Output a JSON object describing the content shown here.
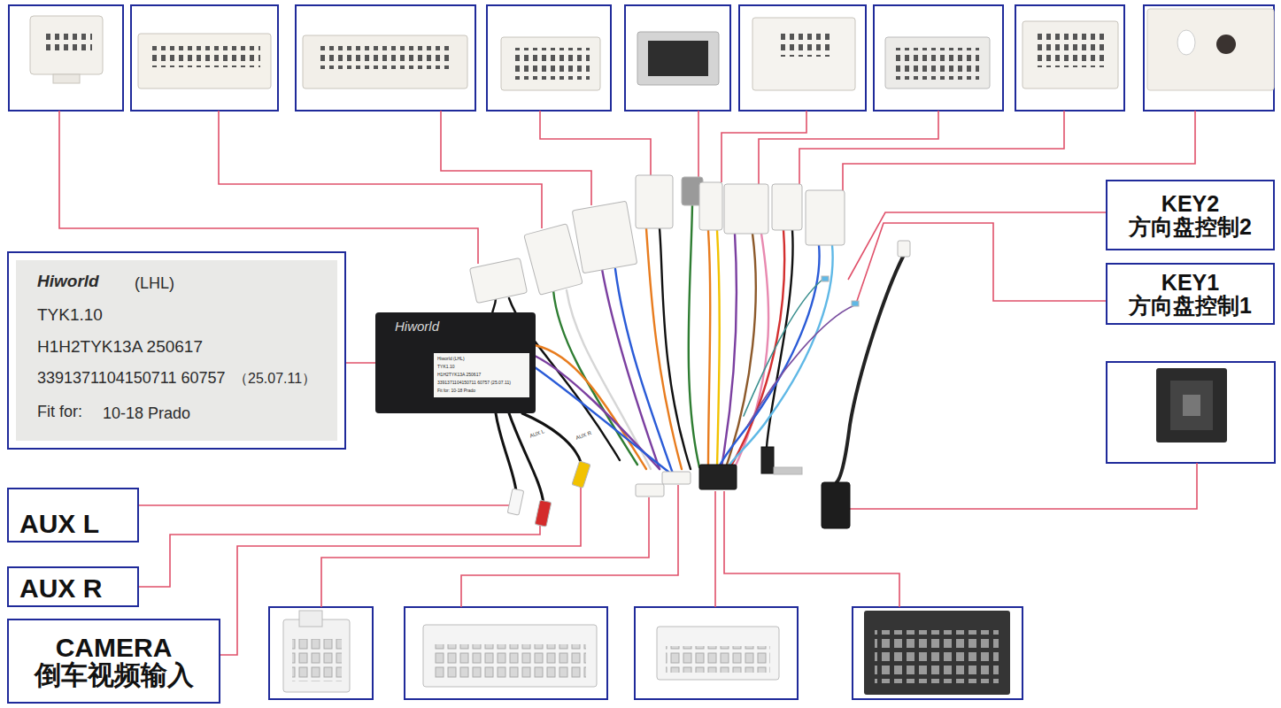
{
  "diagram": {
    "nodes": [
      {
        "text": [
          "Hiworld",
          "(LHL)",
          "TYK1.10",
          "H1H2TYK13A 250617",
          "3391371104150711 60757",
          "（25.07.11）",
          "Fit for:",
          "10-18 Prado"
        ]
      },
      {
        "text": [
          "Hiworld"
        ]
      },
      {
        "text": [
          "Hiworld (LHL)",
          "TYK1.10",
          "H1H2TYK13A 250617",
          "3391371104150711 60757 (25.07.11)",
          "Fit for: 10-18 Prado"
        ],
        "in": 1
      },
      {
        "text": [
          "KEY2",
          "方向盘控制2"
        ]
      },
      {
        "text": [
          "KEY1",
          "方向盘控制1"
        ]
      },
      {
        "text": [
          "AUX L"
        ]
      },
      {
        "text": [
          "AUX R"
        ]
      },
      {
        "text": [
          "CAMERA",
          "倒车视频输入"
        ]
      }
    ],
    "edges": [
      {
        "from": 0,
        "to": 1,
        "arrow": "none"
      }
    ],
    "labels": [
      "AUX L",
      "AUX R"
    ]
  }
}
